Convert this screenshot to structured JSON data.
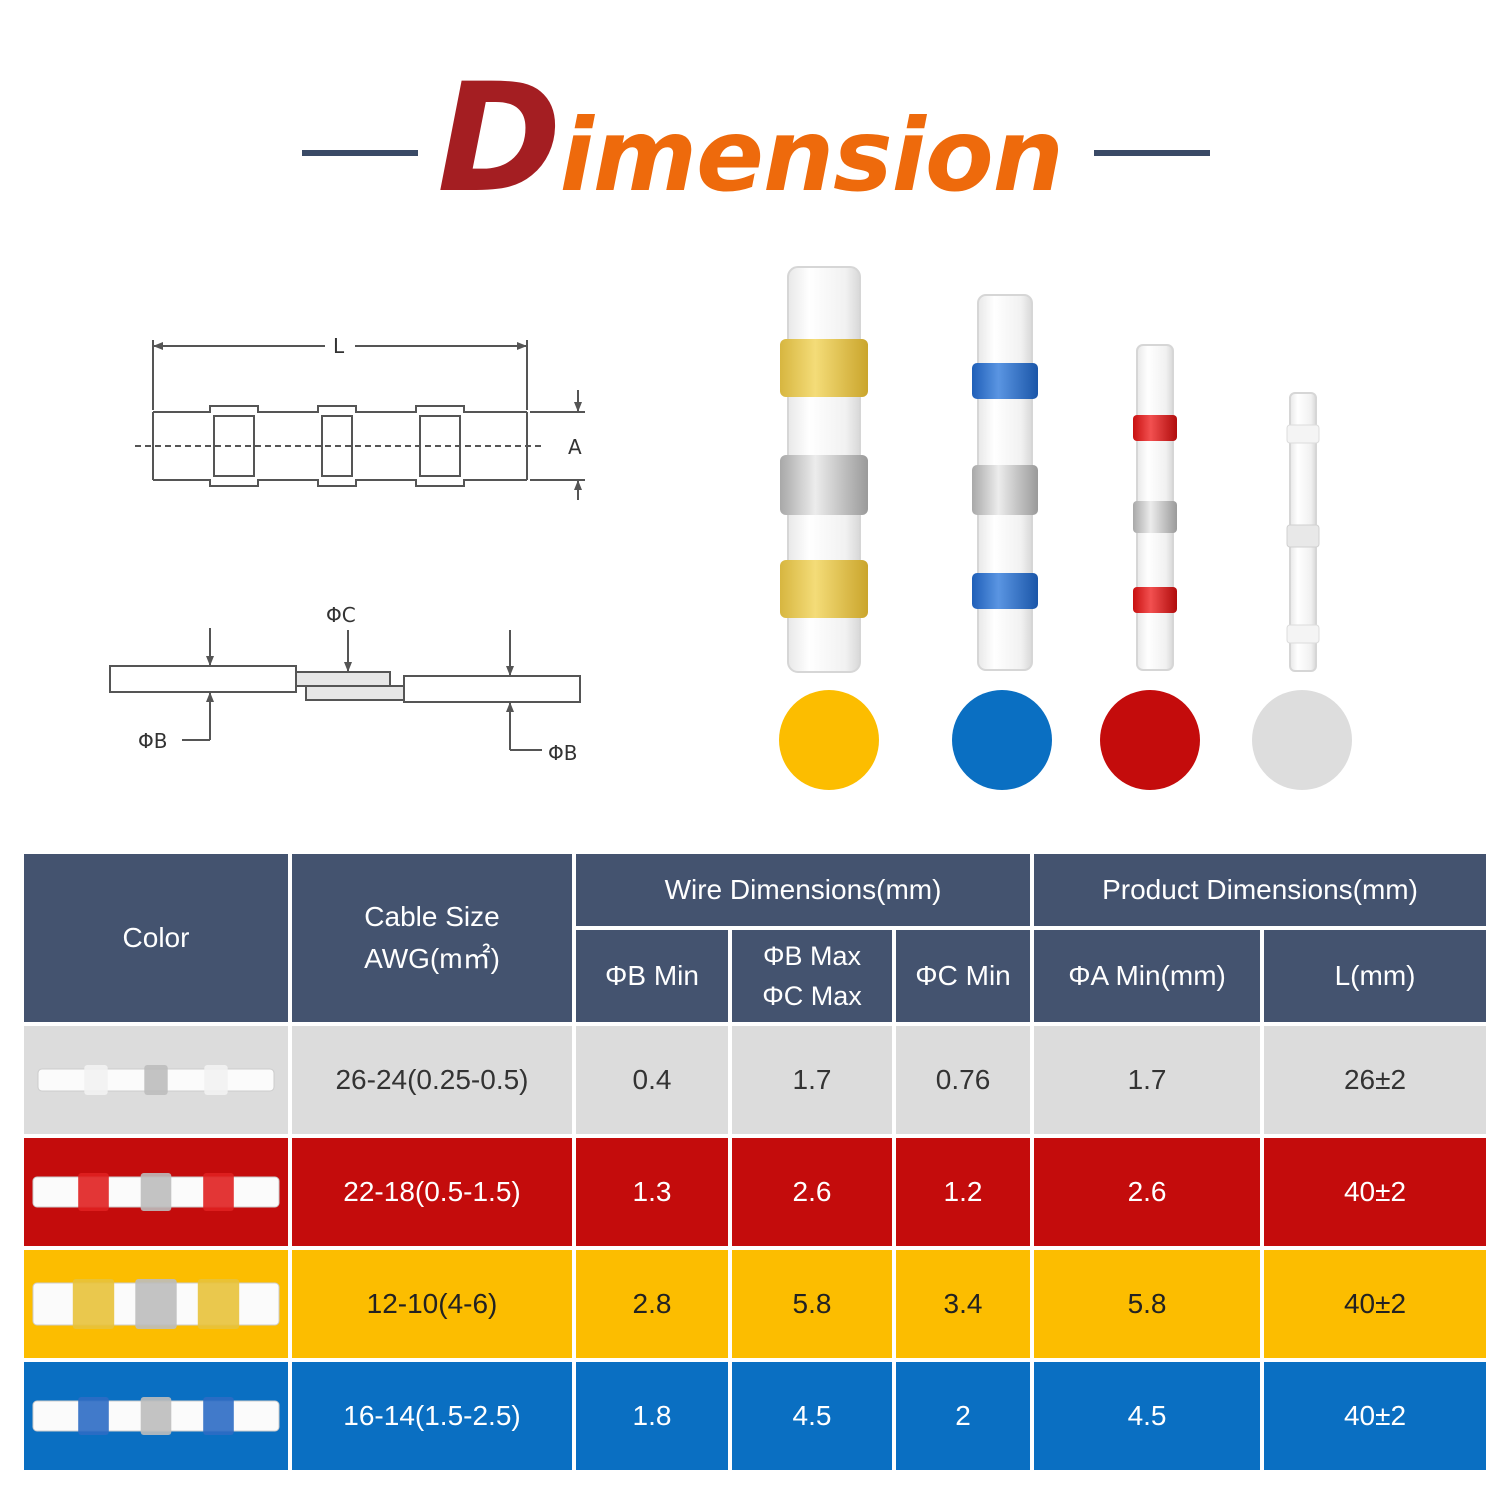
{
  "title": {
    "first_letter": "D",
    "rest": "imension",
    "first_color": "#a41e22",
    "rest_color": "#ee6a0c"
  },
  "diagram": {
    "length_label": "L",
    "diameter_a_label": "A",
    "diameter_c_label": "ΦC",
    "diameter_b_label_left": "ΦB",
    "diameter_b_label_right": "ΦB"
  },
  "swatches": [
    {
      "name": "yellow",
      "color": "#fcbd00"
    },
    {
      "name": "blue",
      "color": "#0a6fc2"
    },
    {
      "name": "red",
      "color": "#c40c0c"
    },
    {
      "name": "white",
      "color": "#dddddd"
    }
  ],
  "table": {
    "headers": {
      "color": "Color",
      "cable_size_line1": "Cable Size",
      "cable_size_line2": "AWG(m㎡)",
      "wire_group": "Wire Dimensions(mm)",
      "product_group": "Product Dimensions(mm)",
      "b_min": "ΦB Min",
      "b_max_line1": "ΦB Max",
      "b_max_line2": "ΦC Max",
      "c_min": "ΦC Min",
      "a_min": "ΦA Min(mm)",
      "length": "L(mm)"
    },
    "rows": [
      {
        "color": "white",
        "band_color": "#f2f2f2",
        "cable": "26-24(0.25-0.5)",
        "b_min": "0.4",
        "b_max": "1.7",
        "c_min": "0.76",
        "a_min": "1.7",
        "length": "26±2"
      },
      {
        "color": "red",
        "band_color": "#e02020",
        "cable": "22-18(0.5-1.5)",
        "b_min": "1.3",
        "b_max": "2.6",
        "c_min": "1.2",
        "a_min": "2.6",
        "length": "40±2"
      },
      {
        "color": "yellow",
        "band_color": "#e8c23a",
        "cable": "12-10(4-6)",
        "b_min": "2.8",
        "b_max": "5.8",
        "c_min": "3.4",
        "a_min": "5.8",
        "length": "40±2"
      },
      {
        "color": "blue",
        "band_color": "#2c6cc4",
        "cable": "16-14(1.5-2.5)",
        "b_min": "1.8",
        "b_max": "4.5",
        "c_min": "2",
        "a_min": "4.5",
        "length": "40±2"
      }
    ]
  }
}
